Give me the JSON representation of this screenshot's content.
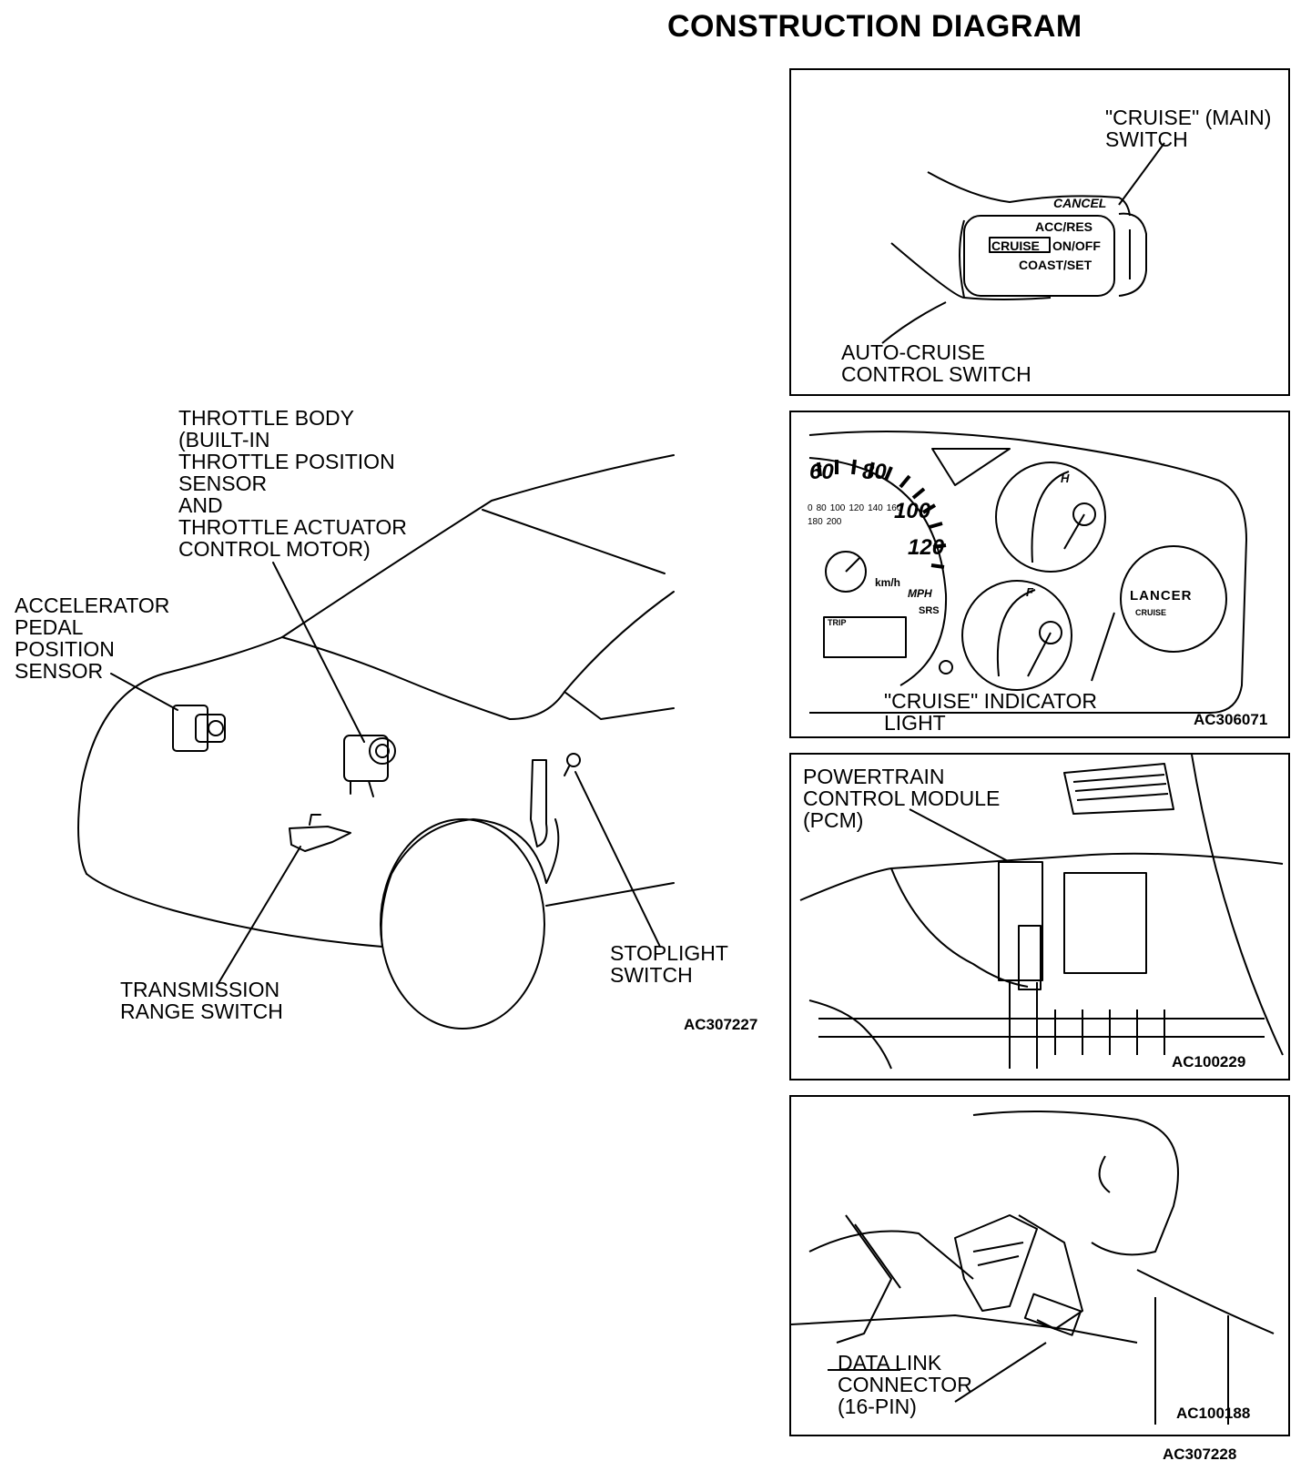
{
  "title": "CONSTRUCTION DIAGRAM",
  "main_figure": {
    "labels": {
      "throttle_body": "THROTTLE BODY\n(BUILT-IN\nTHROTTLE POSITION\nSENSOR\nAND\nTHROTTLE ACTUATOR\nCONTROL MOTOR)",
      "accelerator": "ACCELERATOR\nPEDAL\nPOSITION\nSENSOR",
      "transmission": "TRANSMISSION\nRANGE SWITCH",
      "stoplight": "STOPLIGHT\nSWITCH"
    },
    "code": "AC307227"
  },
  "panel_switch": {
    "labels": {
      "cruise_main": "\"CRUISE\" (MAIN)\nSWITCH",
      "auto_cruise": "AUTO-CRUISE\nCONTROL SWITCH"
    },
    "switch_text": {
      "cancel": "CANCEL",
      "acc_res": "ACC/RES",
      "cruise": "CRUISE",
      "on_off": "ON/OFF",
      "coast_set": "COAST/SET"
    }
  },
  "panel_cluster": {
    "labels": {
      "indicator": "\"CRUISE\" INDICATOR\nLIGHT"
    },
    "gauge_text": {
      "mph_60": "60",
      "mph_80": "80",
      "mph_100": "100",
      "mph_120": "120",
      "kmh": "km/h",
      "mph": "MPH",
      "srs": "SRS",
      "h": "H",
      "f": "F",
      "lancer": "LANCER",
      "cruise_small": "CRUISE",
      "trip": "TRIP",
      "kmh_scale": [
        "0",
        "80",
        "100",
        "120",
        "140",
        "160",
        "180",
        "200"
      ]
    },
    "code": "AC306071"
  },
  "panel_pcm": {
    "labels": {
      "pcm": "POWERTRAIN\nCONTROL MODULE\n(PCM)"
    },
    "code": "AC100229"
  },
  "panel_dlc": {
    "labels": {
      "dlc": "DATA LINK\nCONNECTOR\n(16-PIN)"
    },
    "code": "AC100188"
  },
  "footer_code": "AC307228"
}
